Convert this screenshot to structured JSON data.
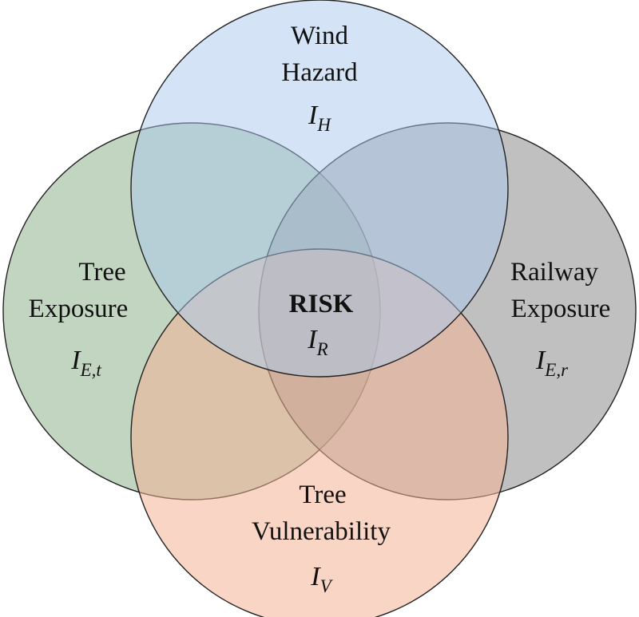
{
  "colors": {
    "wind_hazard": "#a9c9ee",
    "tree_exposure": "#9cbc9a",
    "railway_exposure": "#9a9a9a",
    "tree_vulnerability": "#f2b393",
    "outline": "#222222",
    "risk_core": "#6e6a55"
  },
  "wind_hazard": {
    "line1": "Wind",
    "line2": "Hazard",
    "symbol": "I",
    "subscript": "H"
  },
  "tree_exposure": {
    "line1": "Tree",
    "line2": "Exposure",
    "symbol": "I",
    "subscript": "E,t"
  },
  "railway_exposure": {
    "line1": "Railway",
    "line2": "Exposure",
    "symbol": "I",
    "subscript": "E,r"
  },
  "tree_vulnerability": {
    "line1": "Tree",
    "line2": "Vulnerability",
    "symbol": "I",
    "subscript": "V"
  },
  "risk": {
    "title": "RISK",
    "symbol": "I",
    "subscript": "R"
  }
}
